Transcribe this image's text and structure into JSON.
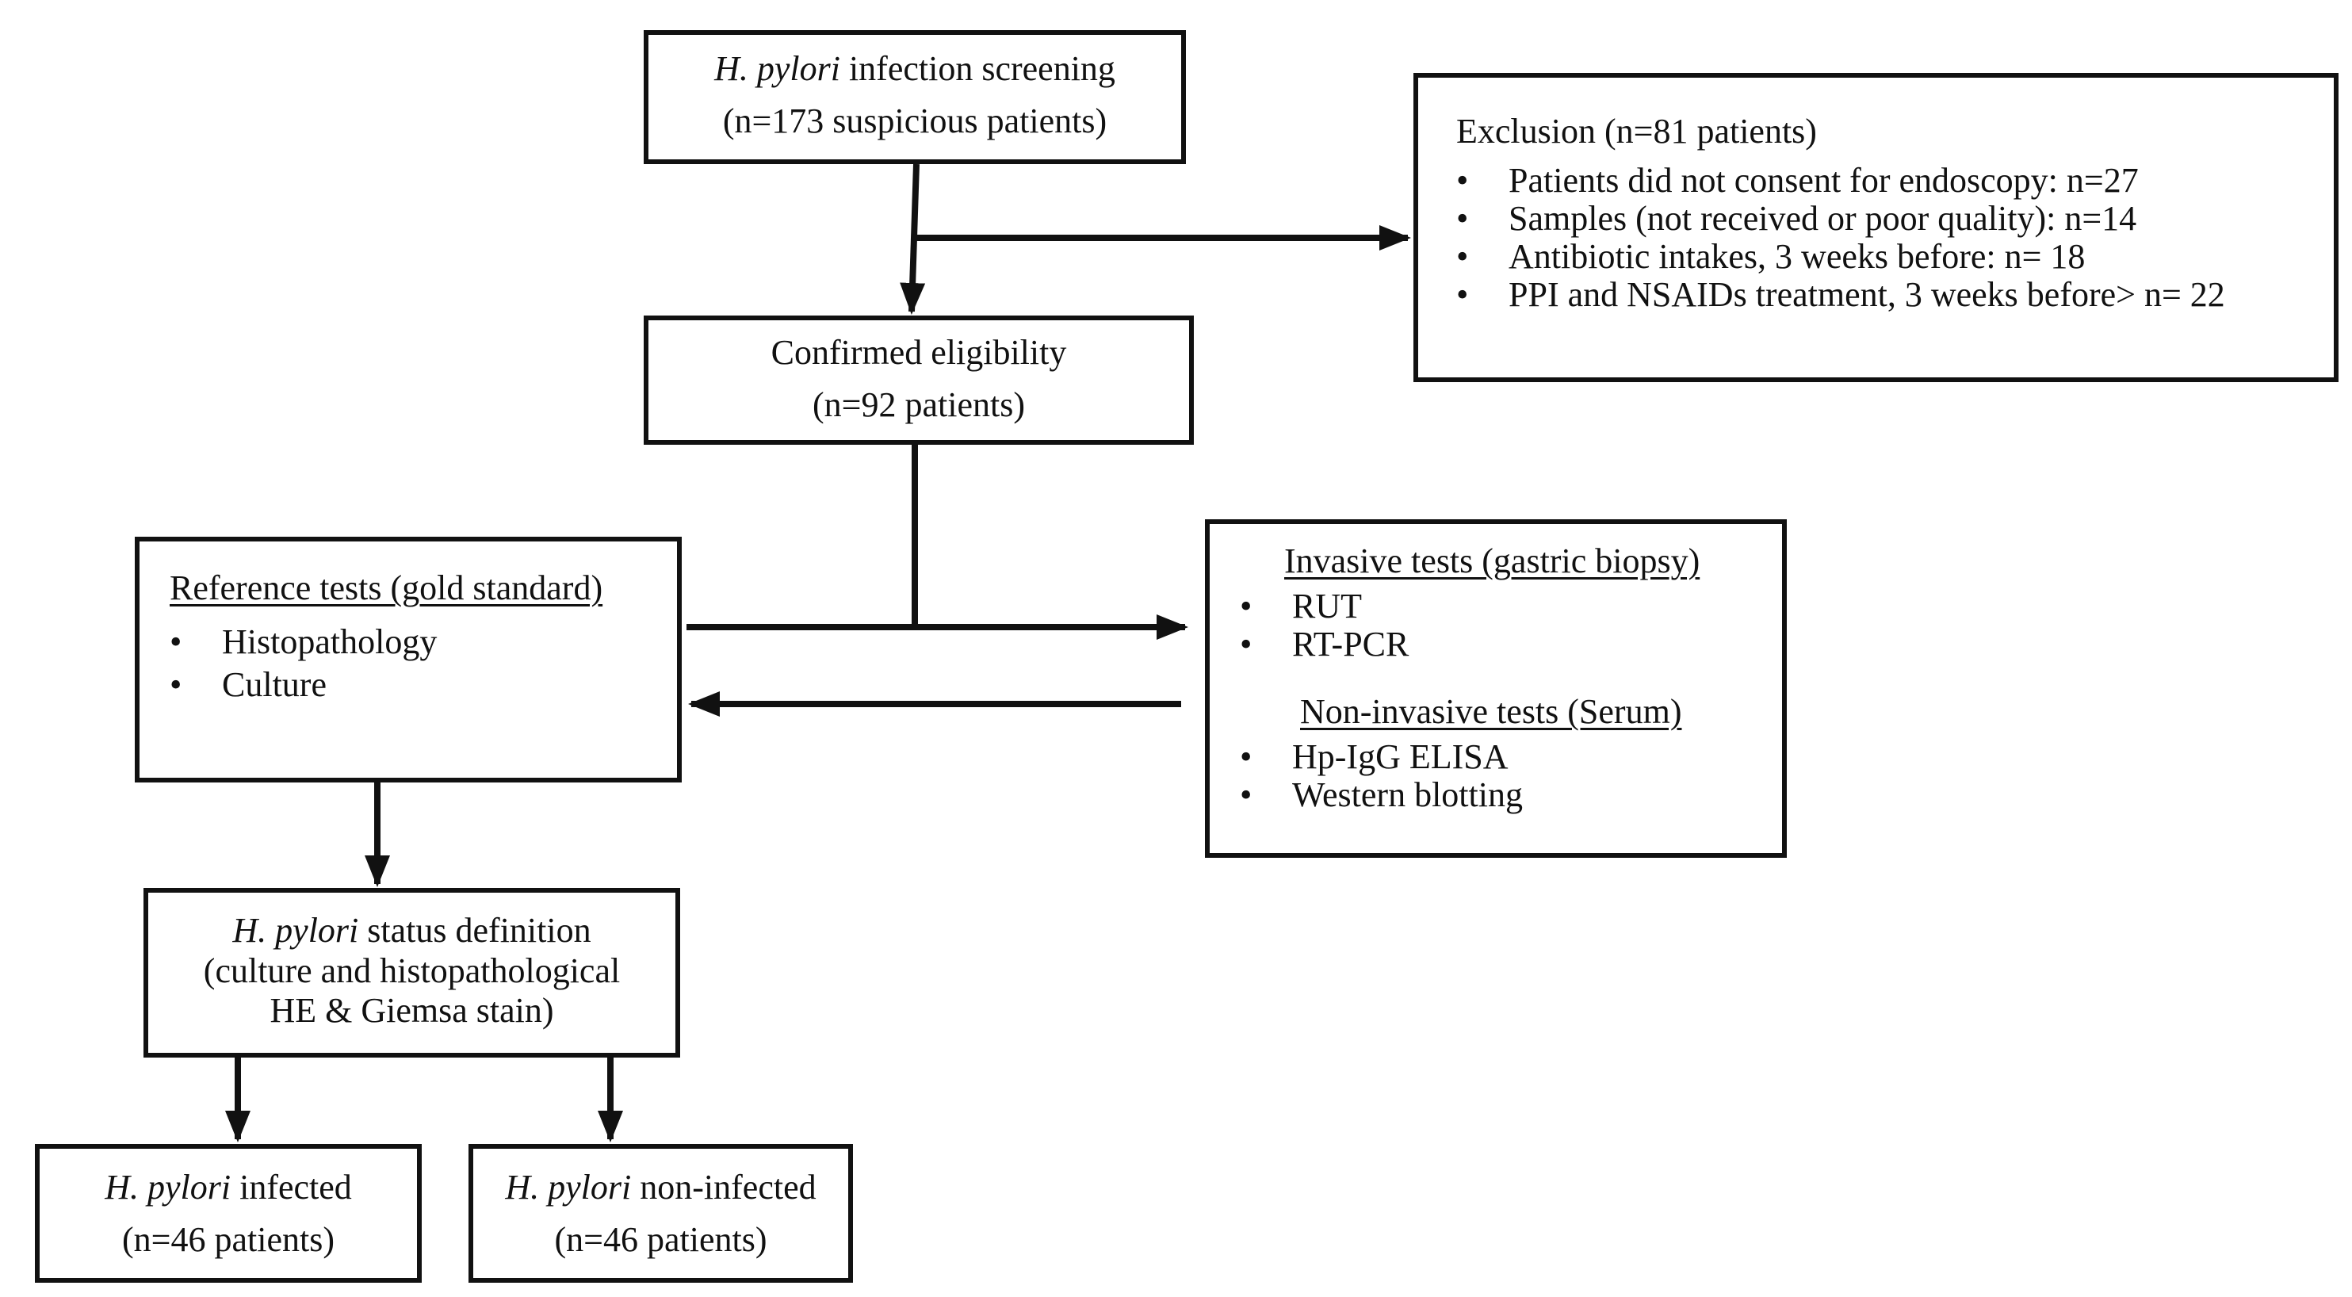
{
  "nodes": {
    "screening": {
      "italic": "H. pylori",
      "line1_rest": " infection screening",
      "line2": "(n=173 suspicious patients)"
    },
    "exclusion": {
      "title": "Exclusion (n=81 patients)",
      "items": [
        "Patients did not consent for endoscopy: n=27",
        "Samples (not received or poor quality): n=14",
        "Antibiotic intakes, 3 weeks before:  n= 18",
        "PPI and NSAIDs treatment, 3 weeks before> n= 22"
      ]
    },
    "eligibility": {
      "line1": "Confirmed eligibility",
      "line2": "(n=92 patients)"
    },
    "reference": {
      "title": "Reference tests (gold standard)",
      "items": [
        "Histopathology",
        "Culture"
      ]
    },
    "tests": {
      "invasive_title": "Invasive tests (gastric biopsy)",
      "invasive_items": [
        "RUT",
        "RT-PCR"
      ],
      "noninvasive_title": "Non-invasive tests (Serum)",
      "noninvasive_items": [
        "Hp-IgG ELISA",
        "Western blotting"
      ]
    },
    "status": {
      "italic": "H. pylori",
      "line1_rest": " status definition",
      "line2": "(culture and histopathological",
      "line3": "HE & Giemsa stain)"
    },
    "infected": {
      "italic": "H. pylori",
      "line1_rest": " infected",
      "line2": "(n=46 patients)"
    },
    "noninfected": {
      "italic": "H. pylori",
      "line1_rest": " non-infected",
      "line2": "(n=46 patients)"
    }
  },
  "colors": {
    "stroke": "#111111",
    "background": "#ffffff"
  }
}
